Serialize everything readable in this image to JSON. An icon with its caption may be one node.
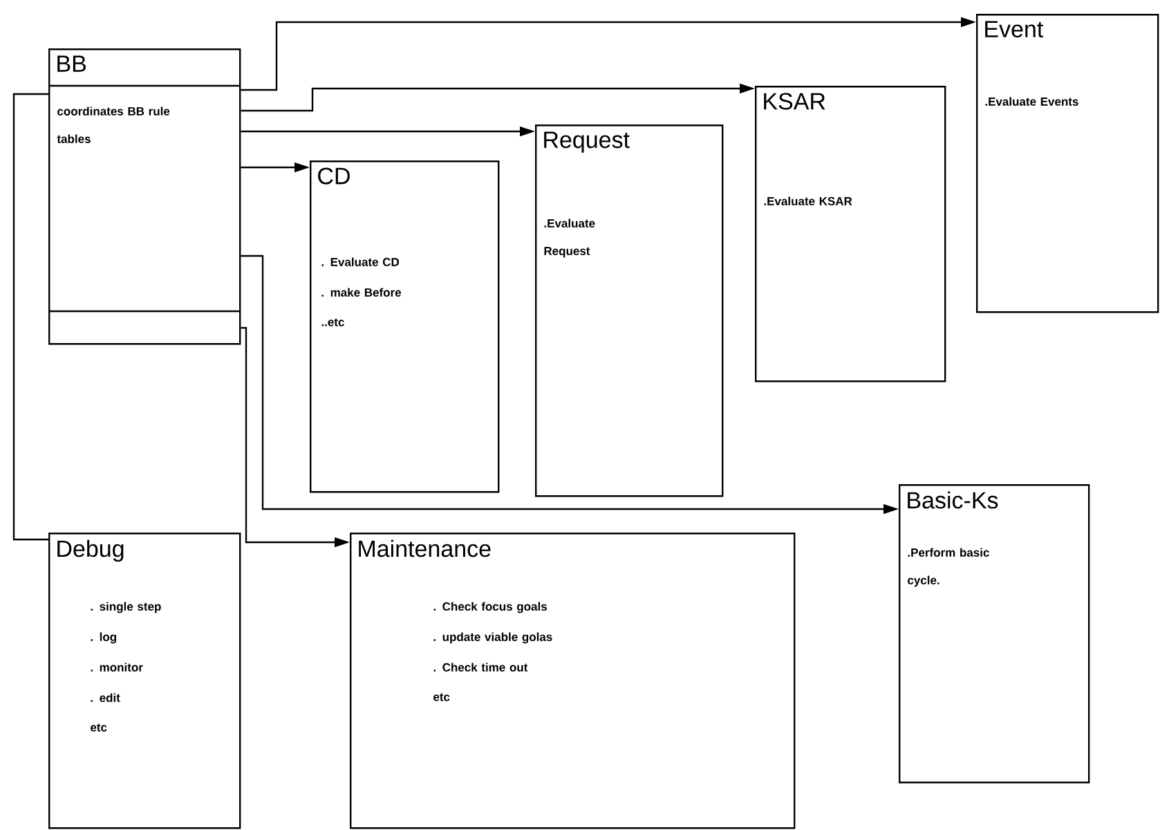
{
  "diagram": {
    "nodes": [
      {
        "text": [
          "BB",
          "coordinates BB rule tables"
        ]
      },
      {
        "text": [
          "Event",
          ".Evaluate Events"
        ]
      },
      {
        "text": [
          "KSAR",
          ".Evaluate KSAR"
        ]
      },
      {
        "text": [
          "Request",
          ".Evaluate Request"
        ]
      },
      {
        "text": [
          "CD",
          ". Evaluate CD",
          ". make Before",
          "..etc"
        ]
      },
      {
        "text": [
          "Debug",
          ". single step",
          ". log",
          ". monitor",
          ". edit",
          "etc"
        ]
      },
      {
        "text": [
          "Maintenance",
          ". Check focus goals",
          ". update viable golas",
          ". Check time out",
          "etc"
        ]
      },
      {
        "text": [
          "Basic-Ks",
          ".Perform basic cycle."
        ]
      }
    ],
    "edges": [
      {
        "from": 0,
        "to": 1,
        "arrow": "to"
      },
      {
        "from": 0,
        "to": 2,
        "arrow": "to"
      },
      {
        "from": 0,
        "to": 3,
        "arrow": "to"
      },
      {
        "from": 0,
        "to": 4,
        "arrow": "to"
      },
      {
        "from": 0,
        "to": 7,
        "arrow": "to"
      },
      {
        "from": 0,
        "to": 6,
        "arrow": "to"
      },
      {
        "from": 0,
        "to": 5,
        "arrow": "none"
      }
    ]
  }
}
